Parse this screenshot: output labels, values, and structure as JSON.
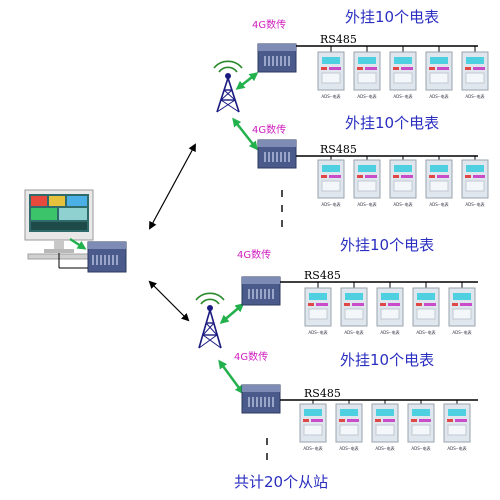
{
  "groups": [
    {
      "title": "外挂10个电表",
      "link_label": "4G数传",
      "bus_label": "RS485",
      "meter_count": 5
    },
    {
      "title": "外挂10个电表",
      "link_label": "4G数传",
      "bus_label": "RS485",
      "meter_count": 5
    },
    {
      "title": "外挂10个电表",
      "link_label": "4G数传",
      "bus_label": "RS485",
      "meter_count": 5
    },
    {
      "title": "外挂10个电表",
      "link_label": "4G数传",
      "bus_label": "RS485",
      "meter_count": 5
    }
  ],
  "footer": "共计20个从站",
  "meter_caption": "ADS--电表",
  "colors": {
    "title": "#2a2fc0",
    "link_label": "#d020c0",
    "arrow_green": "#22b14c",
    "bus_line": "#000000",
    "device_body": "#4a5a8a",
    "device_top": "#7d8bb5",
    "meter_body": "#dfe6ee",
    "meter_screen": "#4fd0e0"
  },
  "icons": [
    "radio-tower-icon",
    "computer-monitor-icon",
    "dtu-device-icon",
    "electricity-meter-icon"
  ]
}
